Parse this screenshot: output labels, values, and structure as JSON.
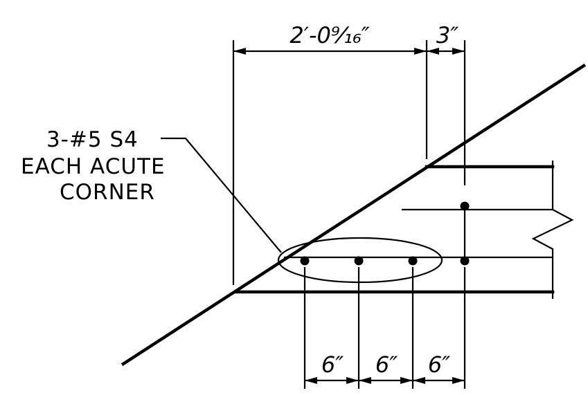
{
  "dimensions": {
    "overall_width": "2′-0⁹⁄₁₆″",
    "cover": "3″",
    "spacing_1": "6″",
    "spacing_2": "6″",
    "spacing_3": "6″"
  },
  "callout": {
    "line_1": "3-#5 S4",
    "line_2": "EACH ACUTE",
    "line_3": "CORNER"
  }
}
